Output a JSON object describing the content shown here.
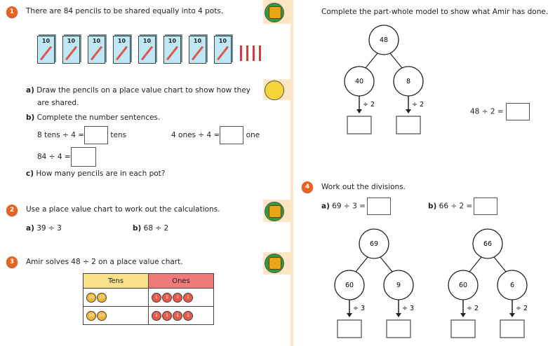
{
  "q1": {
    "number": "1",
    "prompt": "There are 84 pencils to be shared equally into 4 pots.",
    "box_label": "10",
    "box_count": 8,
    "single_pencils": 4,
    "a_label": "a)",
    "a_text_1": "Draw the pencils on a place value chart to show how they",
    "a_text_2": "are shared.",
    "b_label": "b)",
    "b_text": "Complete the number sentences.",
    "s1_pre": "8 tens ÷ 4 =",
    "s1_post": "tens",
    "s2_pre": "4 ones ÷ 4 =",
    "s2_post": "one",
    "s3_pre": "84 ÷ 4 =",
    "c_label": "c)",
    "c_text": "How many pencils are in each pot?"
  },
  "q2": {
    "number": "2",
    "prompt": "Use a place value chart to work out the calculations.",
    "a_label": "a)",
    "a_text": "39 ÷ 3",
    "b_label": "b)",
    "b_text": "68 ÷ 2"
  },
  "q3": {
    "number": "3",
    "prompt": "Amir solves 48 ÷ 2 on a place value chart.",
    "table": {
      "headers": [
        "Tens",
        "Ones"
      ],
      "ten_counter": "10",
      "one_counter": "1",
      "rows": [
        {
          "tens": 2,
          "ones": 4
        },
        {
          "tens": 2,
          "ones": 4
        }
      ]
    },
    "colors": {
      "tens_header": "#fbe08a",
      "ones_header": "#f07a7a"
    },
    "part_whole_prompt": "Complete the part-whole model to show what Amir has done.",
    "tree": {
      "whole": "48",
      "parts": [
        "40",
        "8"
      ],
      "op": "÷ 2"
    },
    "equation": "48 ÷ 2 ="
  },
  "q4": {
    "number": "4",
    "prompt": "Work out the divisions.",
    "a_label": "a)",
    "a_eq": "69 ÷ 3 =",
    "b_label": "b)",
    "b_eq": "66 ÷ 2 =",
    "tree_a": {
      "whole": "69",
      "parts": [
        "60",
        "9"
      ],
      "op": "÷ 3"
    },
    "tree_b": {
      "whole": "66",
      "parts": [
        "60",
        "6"
      ],
      "op": "÷ 2"
    }
  },
  "colors": {
    "question_badge": "#e8641e",
    "side_strip": "#fde6c4"
  }
}
